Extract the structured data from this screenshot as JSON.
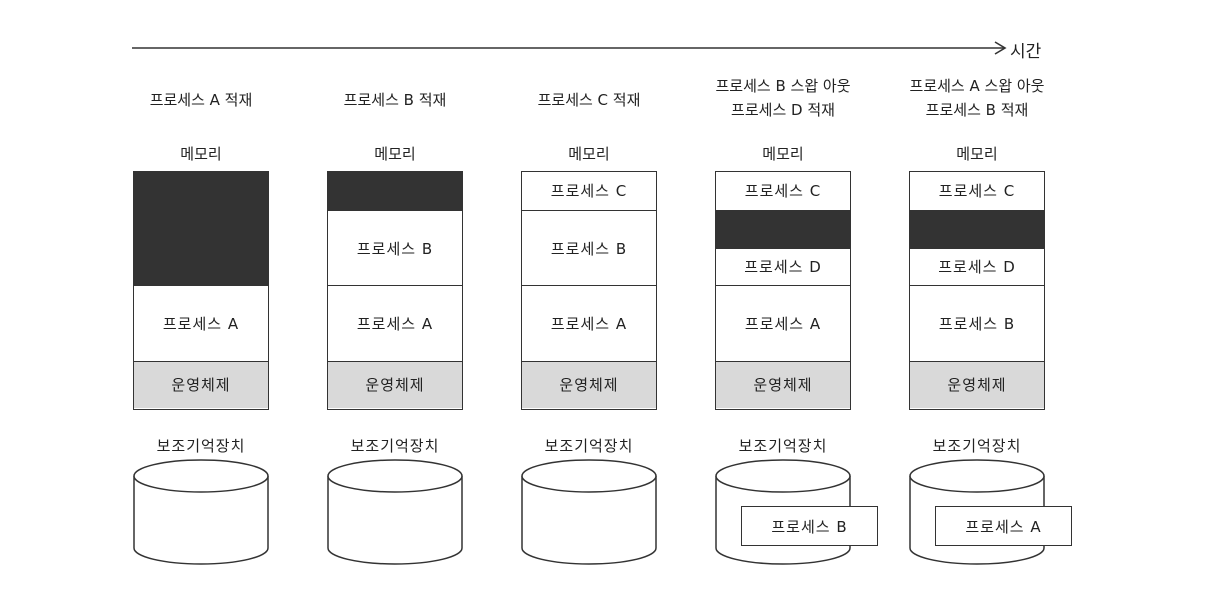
{
  "timeline": {
    "label": "시간"
  },
  "memory_label": "메모리",
  "storage_label": "보조기억장치",
  "stages": [
    {
      "caption": [
        "프로세스 A 적재"
      ],
      "memory": [
        {
          "label": "",
          "kind": "free",
          "units": 3
        },
        {
          "label": "프로세스 A",
          "kind": "process",
          "units": 2
        },
        {
          "label": "운영체제",
          "kind": "os",
          "units": 1.25
        }
      ],
      "disk_item": ""
    },
    {
      "caption": [
        "프로세스 B 적재"
      ],
      "memory": [
        {
          "label": "",
          "kind": "free",
          "units": 1
        },
        {
          "label": "프로세스 B",
          "kind": "process",
          "units": 2
        },
        {
          "label": "프로세스 A",
          "kind": "process",
          "units": 2
        },
        {
          "label": "운영체제",
          "kind": "os",
          "units": 1.25
        }
      ],
      "disk_item": ""
    },
    {
      "caption": [
        "프로세스 C 적재"
      ],
      "memory": [
        {
          "label": "프로세스 C",
          "kind": "process",
          "units": 1
        },
        {
          "label": "프로세스 B",
          "kind": "process",
          "units": 2
        },
        {
          "label": "프로세스 A",
          "kind": "process",
          "units": 2
        },
        {
          "label": "운영체제",
          "kind": "os",
          "units": 1.25
        }
      ],
      "disk_item": ""
    },
    {
      "caption": [
        "프로세스 B 스왑 아웃",
        "프로세스 D 적재"
      ],
      "memory": [
        {
          "label": "프로세스 C",
          "kind": "process",
          "units": 1
        },
        {
          "label": "",
          "kind": "free",
          "units": 1
        },
        {
          "label": "프로세스 D",
          "kind": "process",
          "units": 1
        },
        {
          "label": "프로세스 A",
          "kind": "process",
          "units": 2
        },
        {
          "label": "운영체제",
          "kind": "os",
          "units": 1.25
        }
      ],
      "disk_item": "프로세스 B"
    },
    {
      "caption": [
        "프로세스 A 스왑 아웃",
        "프로세스 B 적재"
      ],
      "memory": [
        {
          "label": "프로세스 C",
          "kind": "process",
          "units": 1
        },
        {
          "label": "",
          "kind": "free",
          "units": 1
        },
        {
          "label": "프로세스 D",
          "kind": "process",
          "units": 1
        },
        {
          "label": "프로세스 B",
          "kind": "process",
          "units": 2
        },
        {
          "label": "운영체제",
          "kind": "os",
          "units": 1.25
        }
      ],
      "disk_item": "프로세스 A"
    }
  ]
}
